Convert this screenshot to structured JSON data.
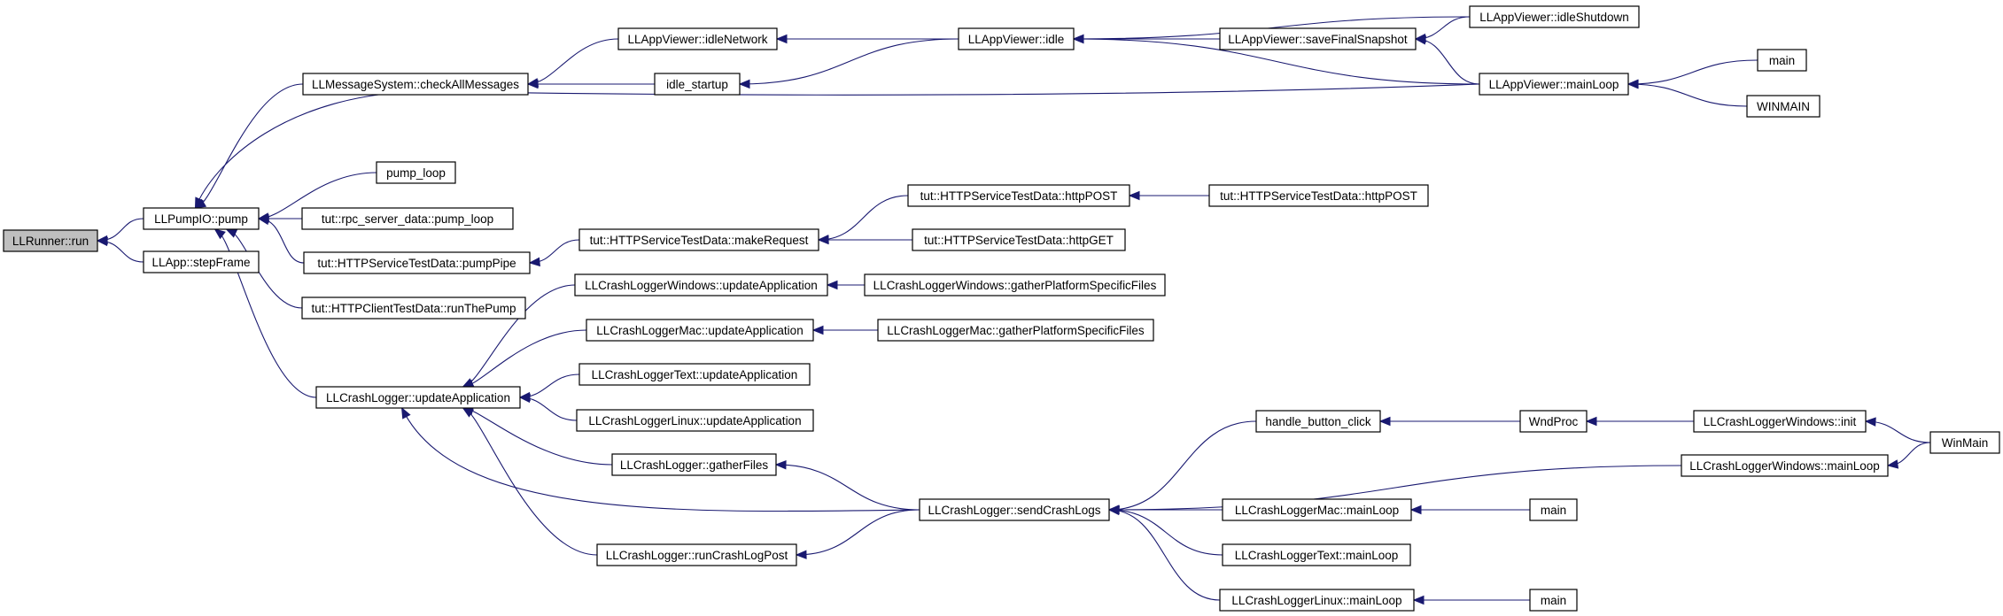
{
  "graph": {
    "nodes": {
      "runner_run": "LLRunner::run",
      "pumpio_pump": "LLPumpIO::pump",
      "app_stepframe": "LLApp::stepFrame",
      "msg_checkall": "LLMessageSystem::checkAllMessages",
      "pump_loop": "pump_loop",
      "rpc_pump_loop": "tut::rpc_server_data::pump_loop",
      "http_pumppipe": "tut::HTTPServiceTestData::pumpPipe",
      "client_runpump": "tut::HTTPClientTestData::runThePump",
      "crash_update": "LLCrashLogger::updateApplication",
      "viewer_idlenetwork": "LLAppViewer::idleNetwork",
      "idle_startup": "idle_startup",
      "viewer_idle": "LLAppViewer::idle",
      "viewer_savesnapshot": "LLAppViewer::saveFinalSnapshot",
      "viewer_idleshutdown": "LLAppViewer::idleShutdown",
      "viewer_mainloop": "LLAppViewer::mainLoop",
      "main_a": "main",
      "winmain_upper": "WINMAIN",
      "http_makerequest": "tut::HTTPServiceTestData::makeRequest",
      "http_post_a": "tut::HTTPServiceTestData::httpPOST",
      "http_post_b": "tut::HTTPServiceTestData::httpPOST",
      "http_get": "tut::HTTPServiceTestData::httpGET",
      "win_update": "LLCrashLoggerWindows::updateApplication",
      "win_gather": "LLCrashLoggerWindows::gatherPlatformSpecificFiles",
      "mac_update": "LLCrashLoggerMac::updateApplication",
      "mac_gather": "LLCrashLoggerMac::gatherPlatformSpecificFiles",
      "text_update": "LLCrashLoggerText::updateApplication",
      "linux_update": "LLCrashLoggerLinux::updateApplication",
      "crash_gatherfiles": "LLCrashLogger::gatherFiles",
      "crash_runpost": "LLCrashLogger::runCrashLogPost",
      "crash_sendlogs": "LLCrashLogger::sendCrashLogs",
      "handle_button": "handle_button_click",
      "wndproc": "WndProc",
      "win_init": "LLCrashLoggerWindows::init",
      "win_mainloop": "LLCrashLoggerWindows::mainLoop",
      "winmain_lower": "WinMain",
      "mac_mainloop": "LLCrashLoggerMac::mainLoop",
      "main_b": "main",
      "text_mainloop": "LLCrashLoggerText::mainLoop",
      "linux_mainloop": "LLCrashLoggerLinux::mainLoop",
      "main_c": "main"
    },
    "edges": [
      [
        "pumpio_pump",
        "runner_run"
      ],
      [
        "app_stepframe",
        "runner_run"
      ],
      [
        "msg_checkall",
        "pumpio_pump"
      ],
      [
        "viewer_mainloop",
        "pumpio_pump"
      ],
      [
        "pump_loop",
        "pumpio_pump"
      ],
      [
        "rpc_pump_loop",
        "pumpio_pump"
      ],
      [
        "http_pumppipe",
        "pumpio_pump"
      ],
      [
        "client_runpump",
        "pumpio_pump"
      ],
      [
        "crash_update",
        "pumpio_pump"
      ],
      [
        "viewer_idlenetwork",
        "msg_checkall"
      ],
      [
        "idle_startup",
        "msg_checkall"
      ],
      [
        "viewer_idle",
        "viewer_idlenetwork"
      ],
      [
        "viewer_idle",
        "idle_startup"
      ],
      [
        "viewer_idleshutdown",
        "viewer_idle"
      ],
      [
        "viewer_savesnapshot",
        "viewer_idle"
      ],
      [
        "viewer_mainloop",
        "viewer_idle"
      ],
      [
        "viewer_idleshutdown",
        "viewer_savesnapshot"
      ],
      [
        "viewer_mainloop",
        "viewer_savesnapshot"
      ],
      [
        "main_a",
        "viewer_mainloop"
      ],
      [
        "winmain_upper",
        "viewer_mainloop"
      ],
      [
        "http_makerequest",
        "http_pumppipe"
      ],
      [
        "http_post_a",
        "http_makerequest"
      ],
      [
        "http_get",
        "http_makerequest"
      ],
      [
        "http_post_b",
        "http_post_a"
      ],
      [
        "win_update",
        "crash_update"
      ],
      [
        "mac_update",
        "crash_update"
      ],
      [
        "text_update",
        "crash_update"
      ],
      [
        "linux_update",
        "crash_update"
      ],
      [
        "crash_gatherfiles",
        "crash_update"
      ],
      [
        "crash_sendlogs",
        "crash_update"
      ],
      [
        "crash_runpost",
        "crash_update"
      ],
      [
        "win_gather",
        "win_update"
      ],
      [
        "mac_gather",
        "mac_update"
      ],
      [
        "crash_sendlogs",
        "crash_gatherfiles"
      ],
      [
        "crash_sendlogs",
        "crash_runpost"
      ],
      [
        "handle_button",
        "crash_sendlogs"
      ],
      [
        "win_mainloop",
        "crash_sendlogs"
      ],
      [
        "mac_mainloop",
        "crash_sendlogs"
      ],
      [
        "text_mainloop",
        "crash_sendlogs"
      ],
      [
        "linux_mainloop",
        "crash_sendlogs"
      ],
      [
        "wndproc",
        "handle_button"
      ],
      [
        "win_init",
        "wndproc"
      ],
      [
        "winmain_lower",
        "win_init"
      ],
      [
        "winmain_lower",
        "win_mainloop"
      ],
      [
        "main_b",
        "mac_mainloop"
      ],
      [
        "main_c",
        "linux_mainloop"
      ]
    ]
  },
  "colors": {
    "edge": "#191970",
    "root_fill": "#bfbfbf",
    "node_fill": "#ffffff",
    "node_stroke": "#000000"
  }
}
